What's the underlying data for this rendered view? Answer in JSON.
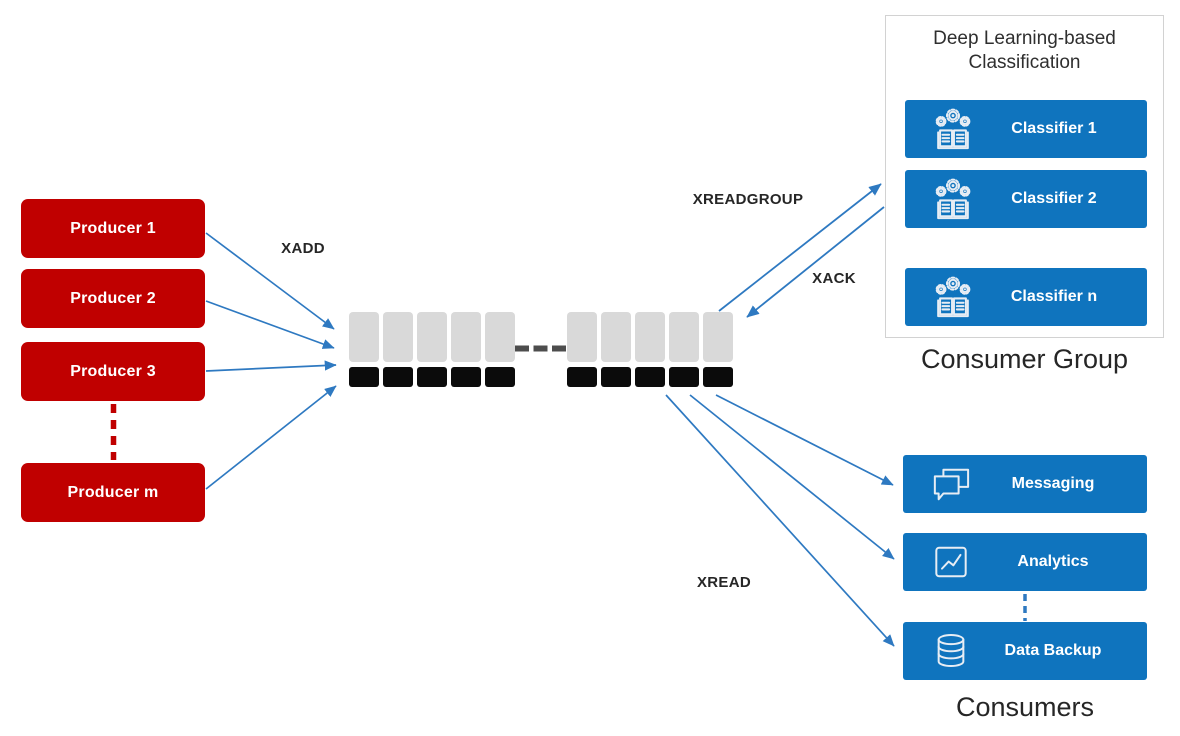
{
  "producers": {
    "items": [
      {
        "label": "Producer 1"
      },
      {
        "label": "Producer 2"
      },
      {
        "label": "Producer 3"
      },
      {
        "label": "Producer m"
      }
    ]
  },
  "stream": {
    "segments": 2,
    "entries_per_segment": 5
  },
  "commands": {
    "xadd": "XADD",
    "xreadgroup": "XREADGROUP",
    "xack": "XACK",
    "xread": "XREAD"
  },
  "consumer_group": {
    "title": "Deep Learning-based Classification",
    "caption": "Consumer Group",
    "classifiers": [
      {
        "label": "Classifier 1",
        "icon": "machine-learning-icon"
      },
      {
        "label": "Classifier 2",
        "icon": "machine-learning-icon"
      },
      {
        "label": "Classifier n",
        "icon": "machine-learning-icon"
      }
    ]
  },
  "consumers": {
    "caption": "Consumers",
    "items": [
      {
        "label": "Messaging",
        "icon": "chat-bubbles-icon"
      },
      {
        "label": "Analytics",
        "icon": "line-chart-icon"
      },
      {
        "label": "Data Backup",
        "icon": "database-icon"
      }
    ]
  },
  "colors": {
    "producer_red": "#C00000",
    "node_blue": "#0F74BE",
    "arrow_blue": "#2E79C1",
    "stream_gray": "#D9D9D9",
    "stream_black": "#0B0B0B",
    "ellipsis_gray": "#4D4D4D",
    "label_dark": "#262626"
  }
}
